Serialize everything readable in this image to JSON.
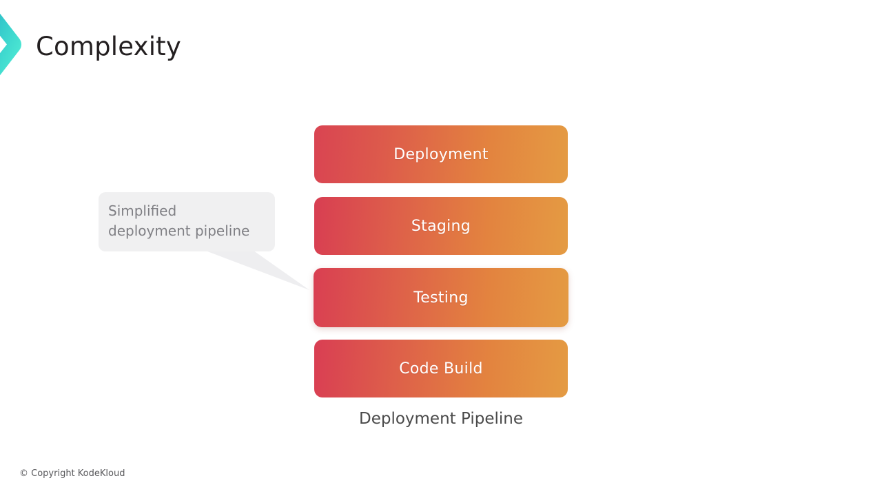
{
  "slide": {
    "title": "Complexity",
    "brand_icon": "chevron-right-icon",
    "background_color": "#ffffff",
    "title_color": "#231f20"
  },
  "brand": {
    "gradient_start": "#2bb9c4",
    "gradient_end": "#4ef0d5"
  },
  "pipeline": {
    "caption": "Deployment Pipeline",
    "caption_color": "#4a4a4a",
    "gradient_start": "#d94452",
    "gradient_end": "#e49b43",
    "label_color": "#ffffff",
    "stages": [
      {
        "label": "Deployment",
        "highlighted": false
      },
      {
        "label": "Staging",
        "highlighted": false
      },
      {
        "label": "Testing",
        "highlighted": true
      },
      {
        "label": "Code Build",
        "highlighted": false
      }
    ]
  },
  "callout": {
    "lines": [
      "Simplified",
      "deployment pipeline"
    ],
    "background_color": "#f0f0f1",
    "text_color": "#7f7f84",
    "points_at": "Testing"
  },
  "footer": {
    "copyright": "© Copyright KodeKloud",
    "color": "#58585b"
  }
}
